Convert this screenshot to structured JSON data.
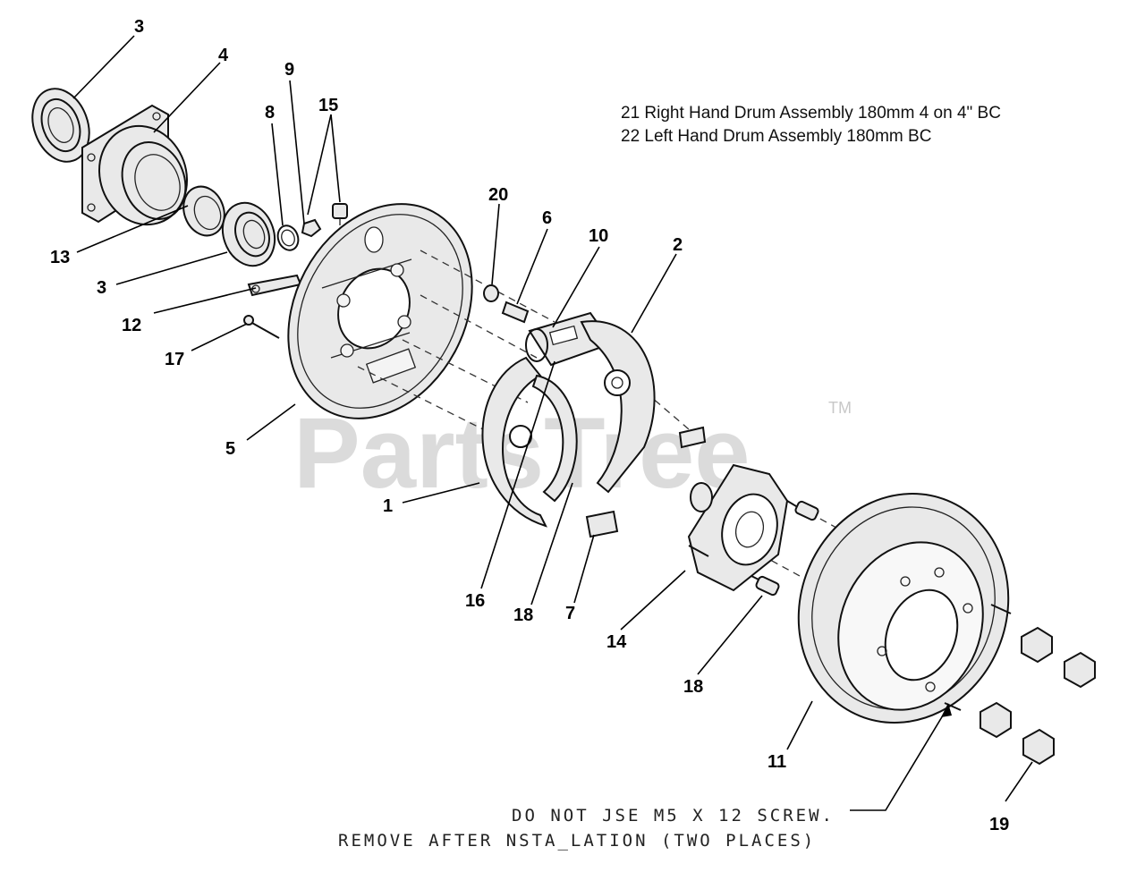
{
  "watermark": {
    "text": "PartsTree",
    "tm": "TM"
  },
  "legend": [
    "21 Right Hand Drum Assembly 180mm 4 on 4\" BC",
    "22 Left Hand Drum Assembly 180mm BC"
  ],
  "note": [
    "DO NOT JSE M5 X 12 SCREW.",
    "REMOVE AFTER  NSTA_LATION (TWO PLACES)"
  ],
  "callouts": {
    "c3_top": "3",
    "c4": "4",
    "c9": "9",
    "c8": "8",
    "c15": "15",
    "c13": "13",
    "c3_bottom": "3",
    "c12": "12",
    "c17": "17",
    "c5": "5",
    "c20": "20",
    "c6": "6",
    "c10": "10",
    "c2": "2",
    "c1": "1",
    "c16": "16",
    "c18_shoe": "18",
    "c7": "7",
    "c14": "14",
    "c18_hub": "18",
    "c11": "11",
    "c19": "19"
  }
}
